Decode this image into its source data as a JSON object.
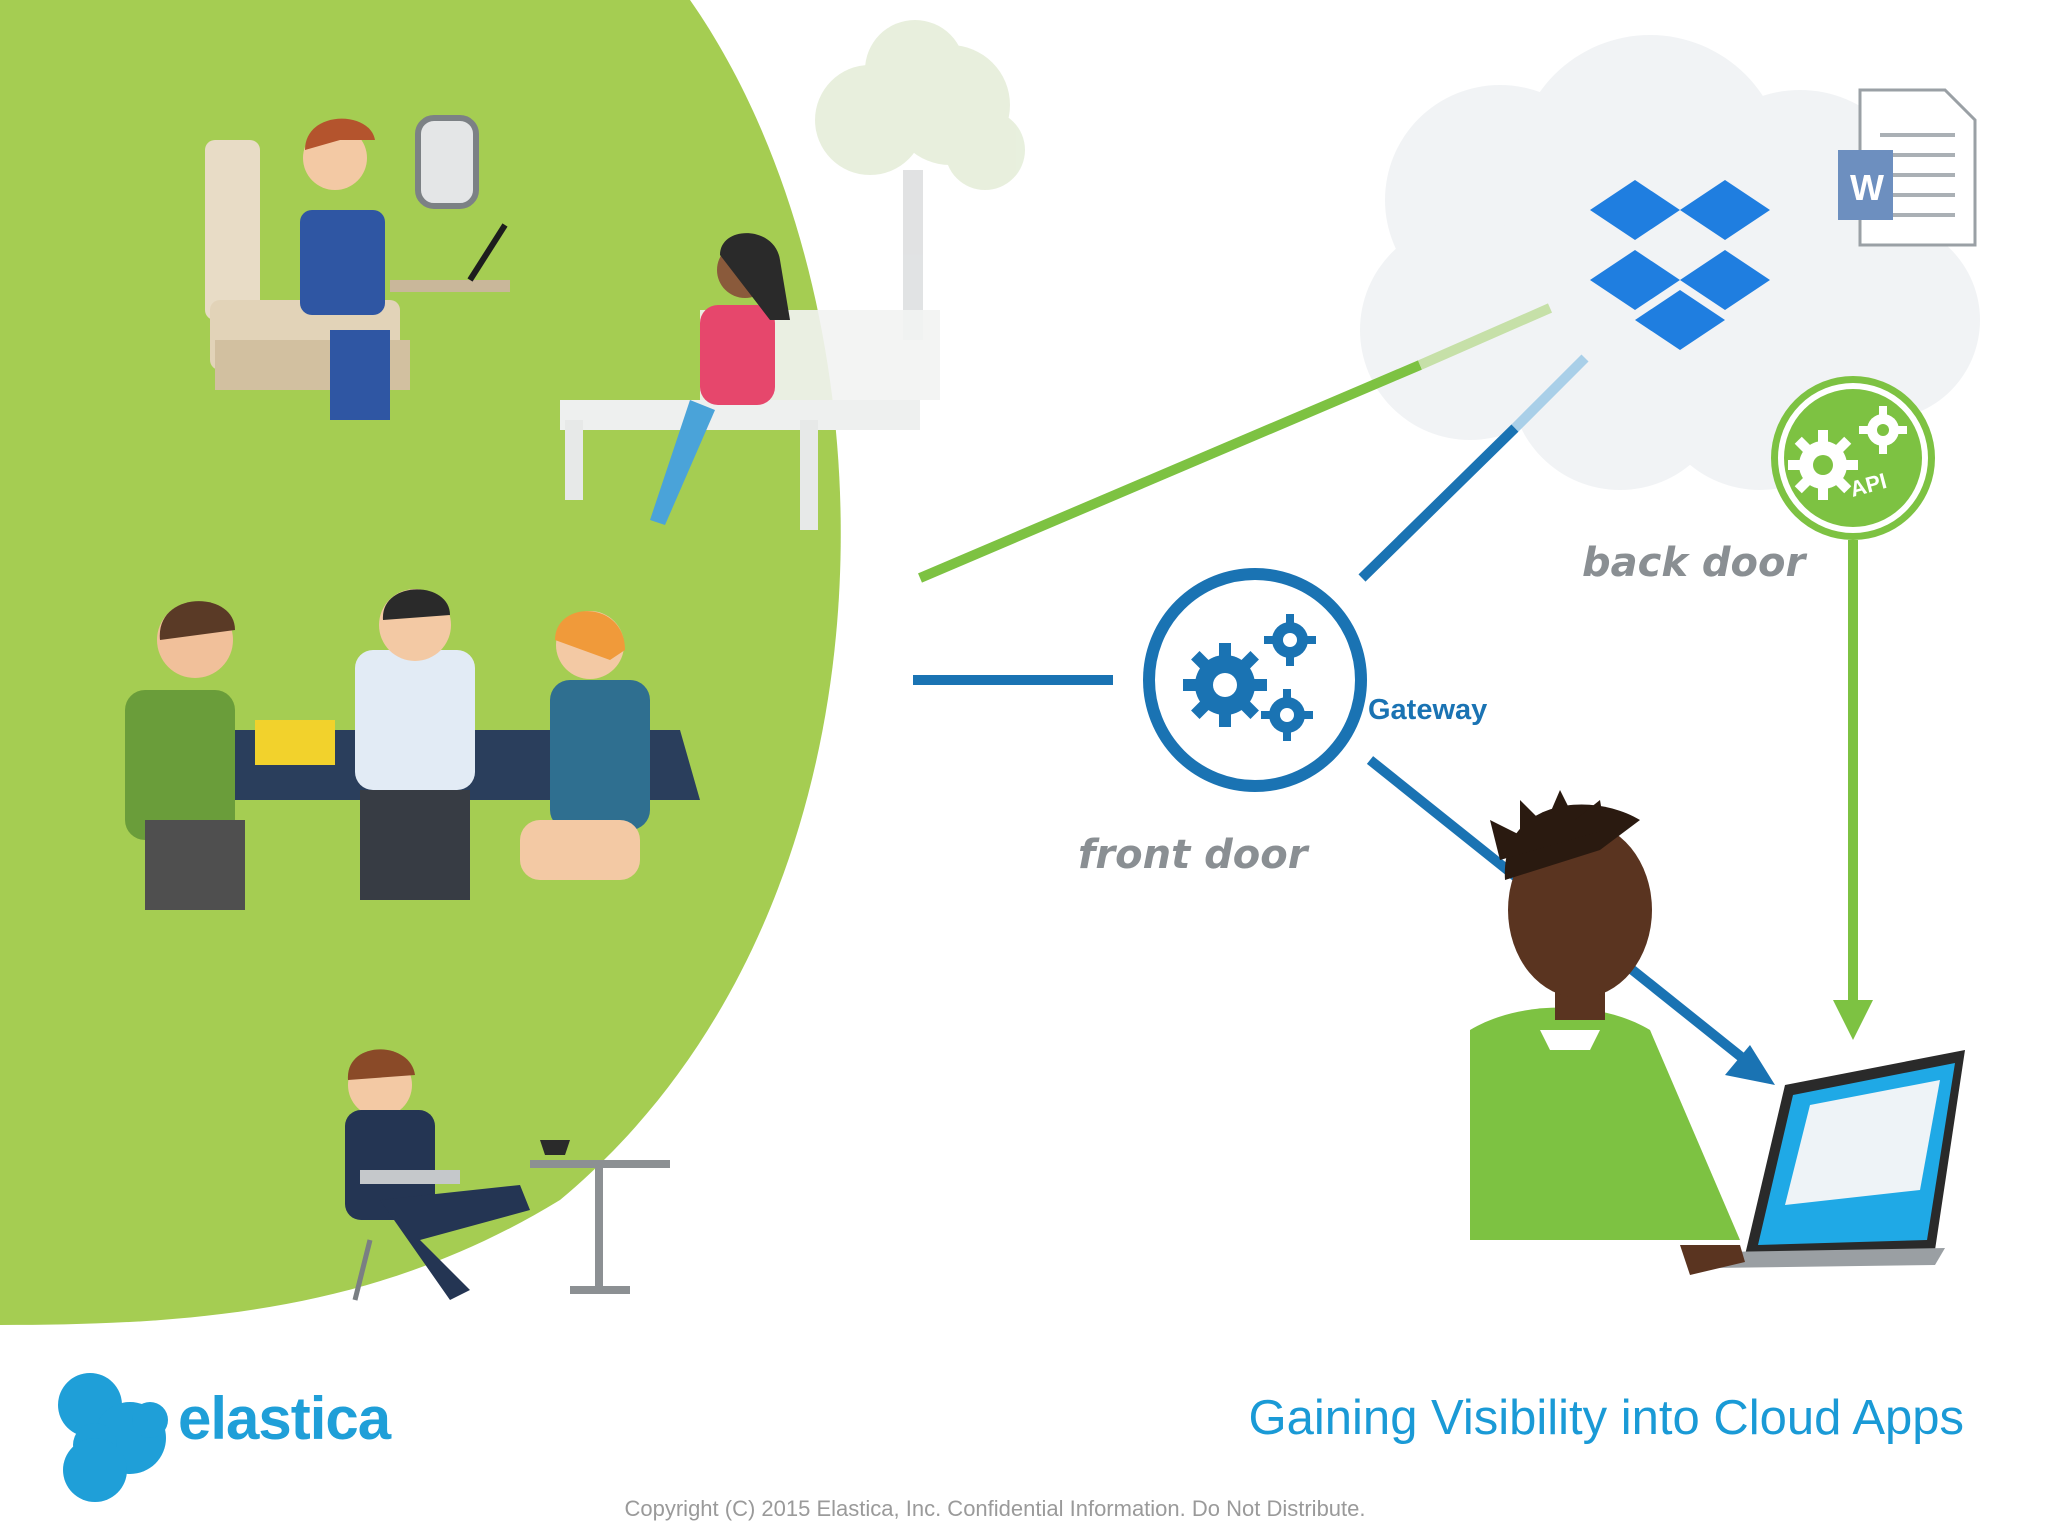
{
  "diagram": {
    "labels": {
      "front_door": "front door",
      "back_door": "back door",
      "gateway": "Gateway",
      "api": "API"
    },
    "colors": {
      "green": "#7dc242",
      "blue": "#1a73b3",
      "light_green_panel": "#a5cd52",
      "cloud": "#f1f3f5"
    },
    "icons": [
      "dropbox-icon",
      "word-document-icon",
      "gateway-gears-icon",
      "api-gears-icon",
      "elastica-logo-icon"
    ]
  },
  "footer": {
    "logo_text": "elastica",
    "title": "Gaining Visibility into Cloud Apps",
    "copyright": "Copyright (C) 2015 Elastica, Inc.  Confidential Information.  Do Not Distribute."
  }
}
